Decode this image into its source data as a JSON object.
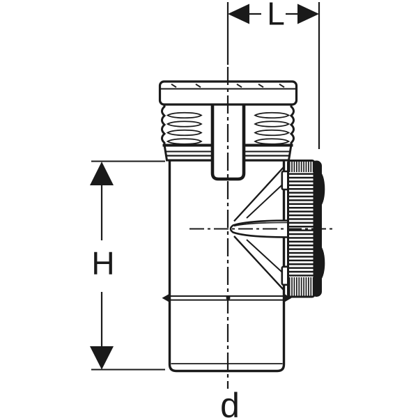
{
  "diagram": {
    "labels": {
      "length": "L",
      "height": "H",
      "diameter": "d"
    },
    "colors": {
      "line": "#1a1a1a",
      "background": "#ffffff"
    }
  }
}
